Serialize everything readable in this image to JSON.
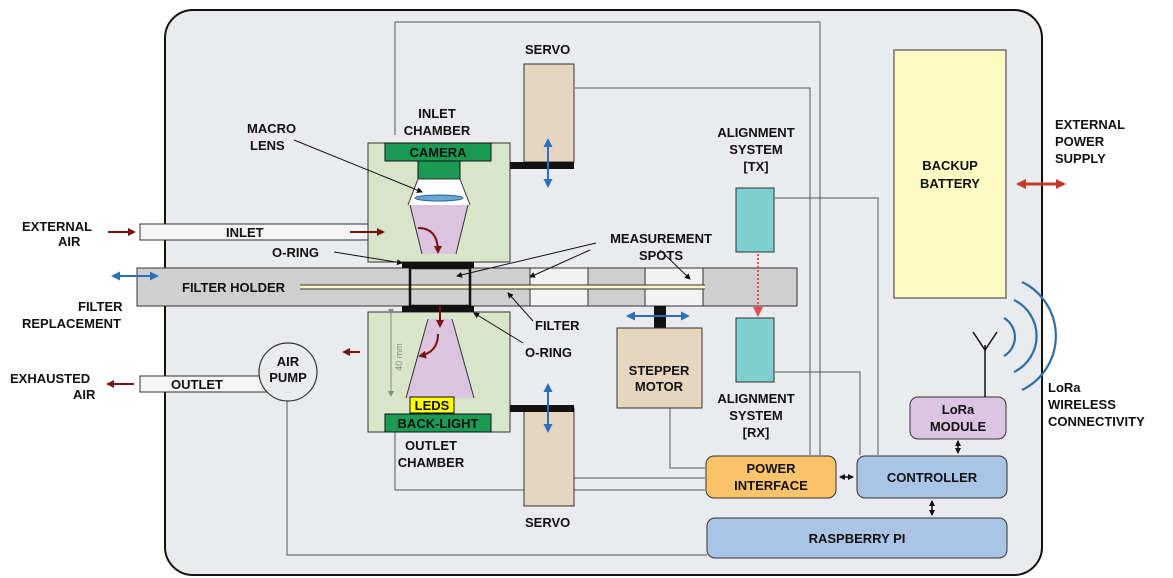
{
  "labels": {
    "external_air": [
      "EXTERNAL",
      "AIR"
    ],
    "inlet": "INLET",
    "o_ring_top": "O-RING",
    "filter_holder": "FILTER HOLDER",
    "filter_replacement": [
      "FILTER",
      "REPLACEMENT"
    ],
    "exhausted_air": [
      "EXHAUSTED",
      "AIR"
    ],
    "outlet": "OUTLET",
    "air_pump": [
      "AIR",
      "PUMP"
    ],
    "macro_lens": [
      "MACRO",
      "LENS"
    ],
    "inlet_chamber": [
      "INLET",
      "CHAMBER"
    ],
    "camera": "CAMERA",
    "leds": "LEDS",
    "back_light": "BACK-LIGHT",
    "outlet_chamber": [
      "OUTLET",
      "CHAMBER"
    ],
    "dimension": "40 mm",
    "servo_top": "SERVO",
    "servo_bottom": "SERVO",
    "measurement_spots": [
      "MEASUREMENT",
      "SPOTS"
    ],
    "filter": "FILTER",
    "o_ring_bottom": "O-RING",
    "stepper_motor": [
      "STEPPER",
      "MOTOR"
    ],
    "alignment_tx": [
      "ALIGNMENT",
      "SYSTEM",
      "[TX]"
    ],
    "alignment_rx": [
      "ALIGNMENT",
      "SYSTEM",
      "[RX]"
    ],
    "power_interface": [
      "POWER",
      "INTERFACE"
    ],
    "controller": "CONTROLLER",
    "raspberry_pi": "RASPBERRY PI",
    "lora_module": [
      "LoRa",
      "MODULE"
    ],
    "backup_battery": [
      "BACKUP",
      "BATTERY"
    ],
    "external_power": [
      "EXTERNAL",
      "POWER",
      "SUPPLY"
    ],
    "lora_wireless": [
      "LoRa",
      "WIRELESS",
      "CONNECTIVITY"
    ]
  },
  "colors": {
    "enclosure": "#e9ebee",
    "chamber": "#d9e5c9",
    "camera": "#1a9a52",
    "leds": "#ffff00",
    "servo": "#e6d6bf",
    "stepper": "#e6d6bf",
    "alignment": "#7ecfcf",
    "power_interface": "#fcc46a",
    "controller": "#aac4e6",
    "lora_module": "#dcc5e2",
    "battery": "#fdfbc4",
    "filter_holder": "#cfcfcf",
    "light_beam": "#dcc3e0",
    "air_arrow": "#7a1212",
    "move_arrow": "#2a6fbe",
    "power_arrow": "#c0392b",
    "alignment_beam": "#e54b4b",
    "radio_waves": "#2d6fa3"
  }
}
